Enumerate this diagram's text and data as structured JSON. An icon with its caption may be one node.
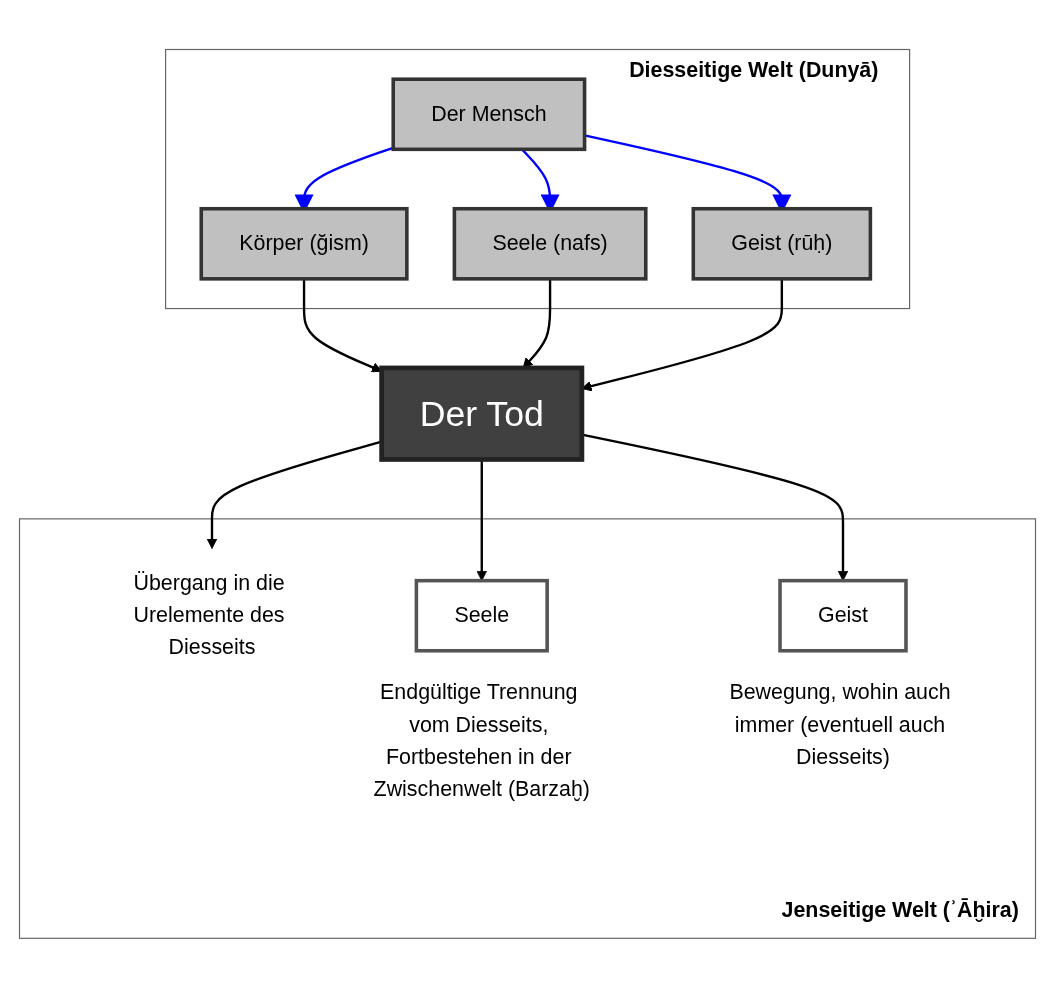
{
  "diagram": {
    "nodes": [
      {
        "text": [
          "Diesseitige Welt (Dunyā)"
        ]
      },
      {
        "text": [
          "Der Mensch"
        ],
        "in": 0
      },
      {
        "text": [
          "Körper (ğism)"
        ],
        "in": 0
      },
      {
        "text": [
          "Seele (nafs)"
        ],
        "in": 0
      },
      {
        "text": [
          "Geist (rūḥ)"
        ],
        "in": 0
      },
      {
        "text": [
          "Der Tod"
        ]
      },
      {
        "text": [
          "Jenseitige Welt (ʾĀḫira)"
        ]
      },
      {
        "text": [
          "Übergang in die Urelemente des Diesseits"
        ],
        "in": 6
      },
      {
        "text": [
          "Seele"
        ],
        "in": 6,
        "beside": [
          "Endgültige Trennung vom Diesseits, Fortbestehen in der Zwischenwelt (Barzaḫ)"
        ]
      },
      {
        "text": [
          "Geist"
        ],
        "in": 6,
        "beside": [
          "Bewegung, wohin auch immer (eventuell auch Diesseits)"
        ]
      }
    ],
    "edges": [
      {
        "from": 1,
        "to": 2,
        "arrow": "to",
        "color": "#0000ff"
      },
      {
        "from": 1,
        "to": 3,
        "arrow": "to",
        "color": "#0000ff"
      },
      {
        "from": 1,
        "to": 4,
        "arrow": "to",
        "color": "#0000ff"
      },
      {
        "from": 2,
        "to": 5,
        "arrow": "to"
      },
      {
        "from": 3,
        "to": 5,
        "arrow": "to"
      },
      {
        "from": 4,
        "to": 5,
        "arrow": "to"
      },
      {
        "from": 5,
        "to": 7,
        "arrow": "to"
      },
      {
        "from": 5,
        "to": 8,
        "arrow": "to"
      },
      {
        "from": 5,
        "to": 9,
        "arrow": "to"
      }
    ]
  }
}
